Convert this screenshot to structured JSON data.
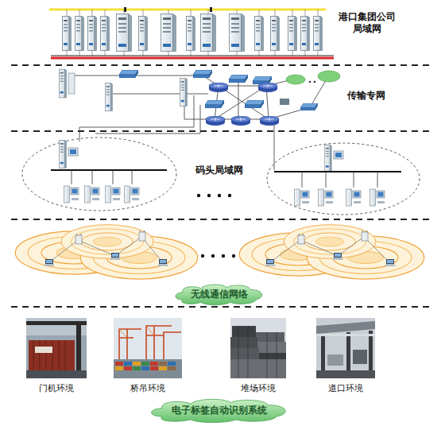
{
  "diagram": {
    "nodes": [
      {
        "text": [
          "无线通信网络"
        ]
      },
      {
        "text": [
          "门机环境"
        ]
      },
      {
        "text": [
          "桥吊环境"
        ]
      },
      {
        "text": [
          "堆场环境"
        ]
      },
      {
        "text": [
          "道口环境"
        ]
      },
      {
        "text": [
          "电子标签自动识别系统"
        ]
      }
    ],
    "labels": [
      "港口集团公司 局域网",
      "传输专网",
      "码头局域网"
    ]
  }
}
